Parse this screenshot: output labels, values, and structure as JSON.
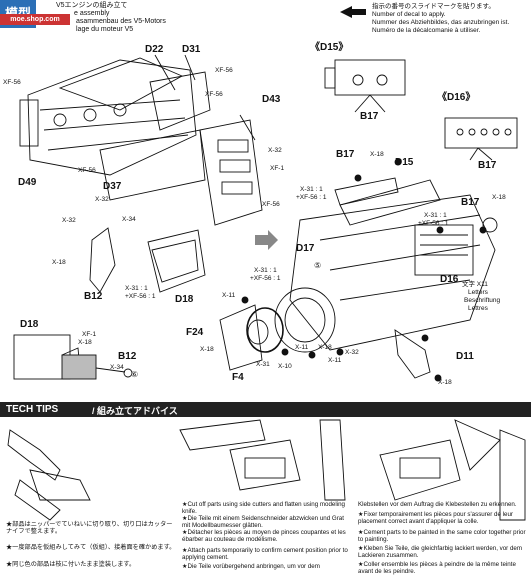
{
  "header": {
    "title_jp": "V5エンジンの組み立て",
    "title_en": "e assembly",
    "title_de": "asammenbau des V5-Motors",
    "title_fr": "lage du moteur V5",
    "logo_text": "模型",
    "badge": "moe.shop.com",
    "decal_jp": "指示の番号のスライドマークを貼ります。",
    "decal_en": "Number of decal to apply.",
    "decal_de": "Nummer des Abziehbildes, das anzubringen ist.",
    "decal_fr": "Numéro de la décalcomanie à utiliser."
  },
  "labels": {
    "d22": "D22",
    "d31": "D31",
    "xf56_a": "XF-56",
    "xf56_b": "XF-56",
    "xf56_c": "XF-56",
    "xf56_d": "XF-56",
    "xf56_e": "XF-56",
    "d43": "D43",
    "d49": "D49",
    "d37": "D37",
    "x32_a": "X-32",
    "x32_b": "X-32",
    "x32_c": "X-32",
    "xf1_a": "XF-1",
    "xf1_b": "XF-1",
    "x34_a": "X-34",
    "x34_b": "X-34",
    "x18_a": "X-18",
    "x18_b": "X-18",
    "x18_c": "X-18",
    "x18_d": "X-18",
    "x18_e": "X-18",
    "x18_f": "X-18",
    "b12_a": "B12",
    "b12_b": "B12",
    "d18_a": "D18",
    "d18_b": "D18",
    "mix1": "X-31 : 1",
    "mix2": "+XF-56 : 1",
    "mix3": "X-31 : 1",
    "mix4": "+XF-56 : 1",
    "mix5": "X-31 : 1",
    "mix6": "+XF-56 : 1",
    "d15_cap": "《D15》",
    "d16_cap": "《D16》",
    "b17_a": "B17",
    "b17_b": "B17",
    "b17_c": "B17",
    "b17_d": "B17",
    "d15": "D15",
    "d17": "D17",
    "f24": "F24",
    "f4": "F4",
    "x11_a": "X-11",
    "x11_b": "X-11",
    "x11_c": "X-11",
    "x31_a": "X-31",
    "x10": "X-10",
    "d16": "D16",
    "d11": "D11",
    "x31mix_a": "X-31 : 1",
    "x31mix_b": "+XF-56 : 1",
    "letters_jp": "文字 X11",
    "letters_en": "Letters",
    "letters_de": "Beschriftung",
    "letters_fr": "Lettres",
    "decal_num": "⑤",
    "decal_num2": "⑥"
  },
  "tech_tips": {
    "title": "TECH TIPS",
    "subtitle": "/ 組み立てアドバイス",
    "col1": [
      "★部品はニッパーでていねいに切り取り、切り口はカッターナイフで整えます。",
      "★一度部品を仮組みしてみて（仮組）、接着面を確かめます。",
      "★同じ色の部品は枝に付いたまま塗装します。"
    ],
    "col2": [
      "★Cut off parts using side cutters and flatten using modeling knife.",
      "★Die Teile mit einem Seidenschneider abzwicken und Grat mit Modellbaumesser glätten.",
      "★Détacher les pièces au moyen de pinces coupantes et les ébarber au couteau de modélisme.",
      "★Attach parts temporarily to confirm cement position prior to applying cement.",
      "★Die Teile vorübergehend anbringen, um vor dem"
    ],
    "col3": [
      "Klebstellen vor dem Auftrag die Klebestellen zu erkennen.",
      "★Fixer temporairement les pièces pour s'assurer de leur placement correct avant d'appliquer la colle.",
      "★Cement parts to be painted in the same color together prior to painting.",
      "★Kleben Sie Teile, die gleichfarbig lackiert werden, vor dem Lackieren zusammen.",
      "★Coller ensemble les pièces à peindre de la même teinte avant de les peindre."
    ]
  }
}
